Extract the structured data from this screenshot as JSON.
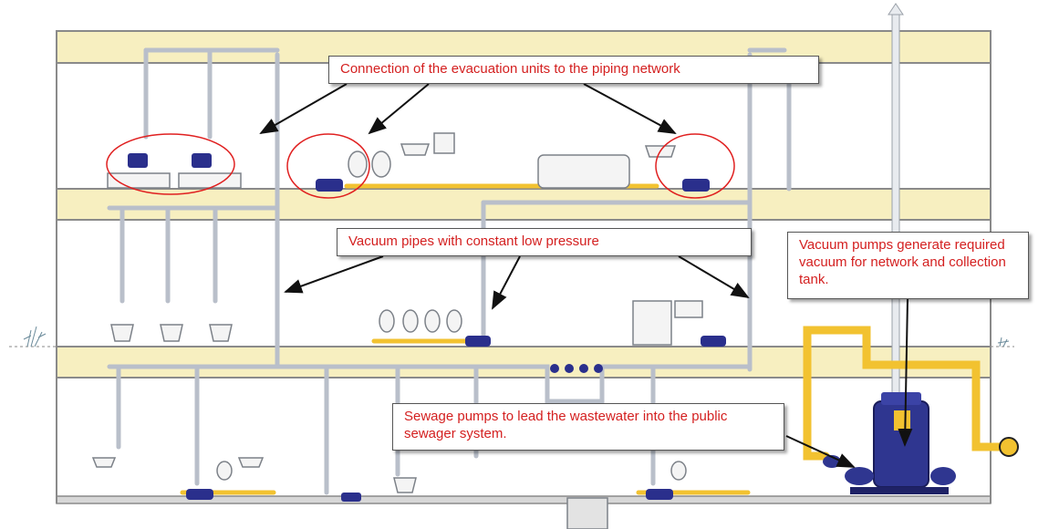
{
  "colors": {
    "slab": "#f7efc0",
    "slab_border": "#8a8a8a",
    "pipe_grey": "#c9ced6",
    "pipe_yellow": "#f2c230",
    "pump_blue": "#2a2f8c",
    "fixture_white": "#f4f4f4",
    "highlight_red": "#e02020",
    "callout_text": "#d42020",
    "arrow": "#111111"
  },
  "callouts": {
    "connection": "Connection of the evacuation units to the piping network",
    "vacuum_pipes": "Vacuum pipes with constant low pressure",
    "vacuum_pumps": "Vacuum pumps generate required vacuum for network and collection tank.",
    "sewage_pumps": "Sewage pumps to lead the wastewater into the public sewager system."
  }
}
